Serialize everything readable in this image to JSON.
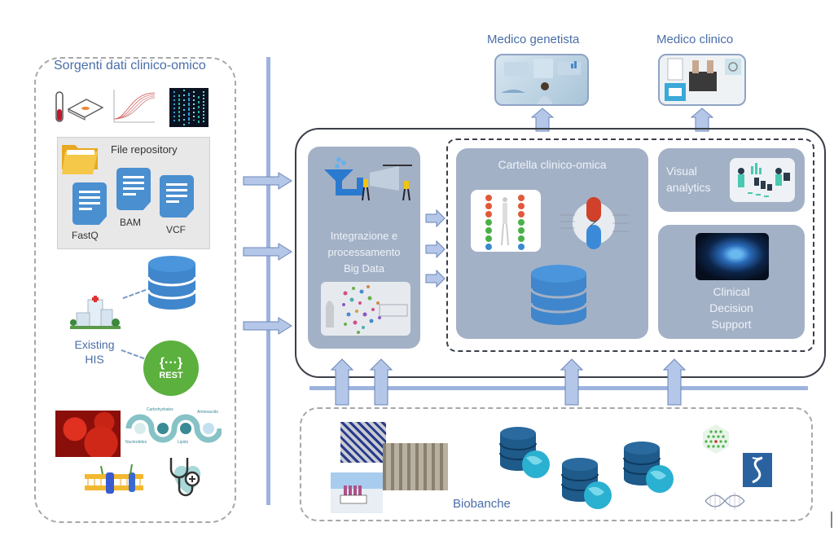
{
  "sources": {
    "title": "Sorgenti dati clinico-omico",
    "file_repository": {
      "title": "File repository",
      "files": [
        "FastQ",
        "BAM",
        "VCF"
      ]
    },
    "his_label_line1": "Existing",
    "his_label_line2": "HIS",
    "rest_label": "REST",
    "rest_glyph": "{···}",
    "omics_labels": {
      "carbohydrates": "Carbohydrates",
      "aminoacids": "Aminoacids",
      "nucleotides": "Nucleotides",
      "lipids": "Lipids"
    }
  },
  "roles": {
    "geneticist": "Medico genetista",
    "clinician": "Medico clinico"
  },
  "platform": {
    "integration": {
      "line1": "Integrazione e",
      "line2": "processamento",
      "line3": "Big Data"
    },
    "record": {
      "title": "Cartella clinico-omica"
    },
    "visual_analytics": {
      "line1": "Visual",
      "line2": "analytics"
    },
    "cds": {
      "line1": "Clinical",
      "line2": "Decision",
      "line3": "Support"
    }
  },
  "biobanks": {
    "label": "Biobanche"
  },
  "colors": {
    "accent_blue": "#4a6ea8",
    "box_fill": "#a3b1c6",
    "arrow_fill": "#b5c7e8",
    "arrow_stroke": "#6a86b8",
    "db_blue": "#4a8fd0",
    "rest_green": "#5bb03e"
  }
}
